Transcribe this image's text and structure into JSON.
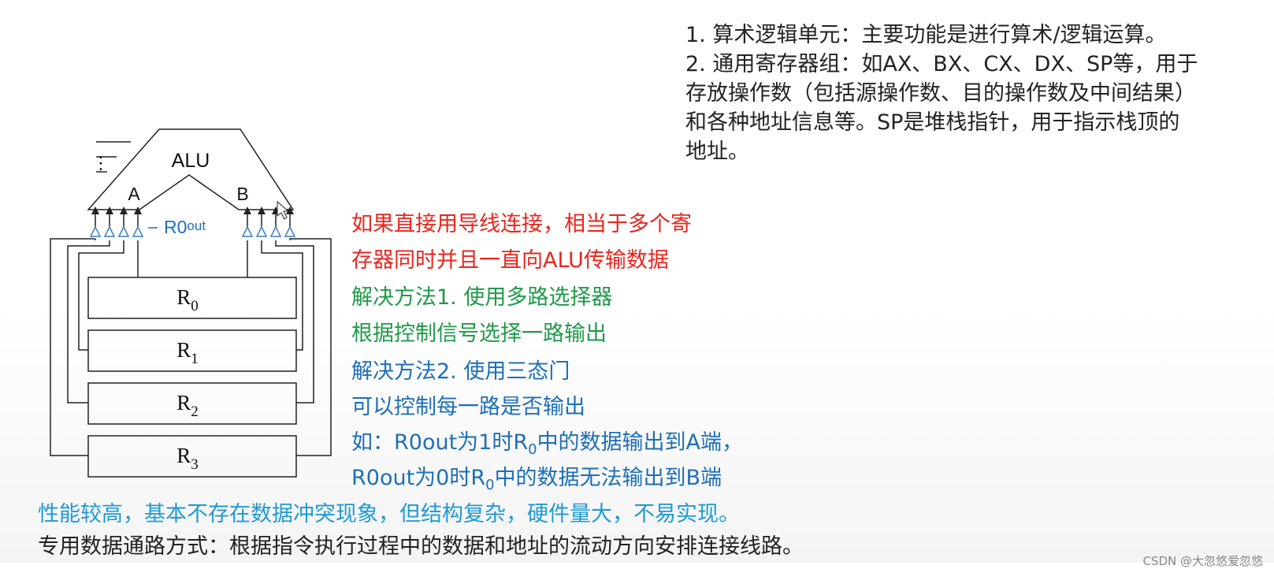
{
  "diagram": {
    "alu_label": "ALU",
    "port_a": "A",
    "port_b": "B",
    "dots": "⋮",
    "r0out_label": "R0",
    "r0out_sub": "out",
    "registers": [
      {
        "name": "R",
        "sub": "0"
      },
      {
        "name": "R",
        "sub": "1"
      },
      {
        "name": "R",
        "sub": "2"
      },
      {
        "name": "R",
        "sub": "3"
      }
    ]
  },
  "notes": {
    "item1": "1. 算术逻辑单元：主要功能是进行算术/逻辑运算。",
    "item2_line1": "2. 通用寄存器组：如AX、BX、CX、DX、SP等，用于",
    "item2_line2": "存放操作数（包括源操作数、目的操作数及中间结果）",
    "item2_line3": "和各种地址信息等。SP是堆栈指针，用于指示栈顶的",
    "item2_line4": "地址。"
  },
  "explain": {
    "problem_line1": "如果直接用导线连接，相当于多个寄",
    "problem_line2": "存器同时并且一直向ALU传输数据",
    "solution1_line1": "解决方法1. 使用多路选择器",
    "solution1_line2": "根据控制信号选择一路输出",
    "solution2_line1": "解决方法2. 使用三态门",
    "solution2_line2": "可以控制每一路是否输出",
    "example1_pre": "如：R0out为1时R",
    "example1_sub": "0",
    "example1_post": "中的数据输出到A端，",
    "example2_pre": "R0out为0时R",
    "example2_sub": "0",
    "example2_post": "中的数据无法输出到B端"
  },
  "summary": {
    "line1": "性能较高，基本不存在数据冲突现象，但结构复杂，硬件量大，不易实现。",
    "line2": "专用数据通路方式：根据指令执行过程中的数据和地址的流动方向安排连接线路。"
  },
  "watermark": "CSDN @大忽悠爱忽悠",
  "colors": {
    "red": "#e8261e",
    "green": "#1f9a49",
    "blue": "#1d6fb8",
    "cyan": "#1e9ad6",
    "gate": "#3a7dc0"
  }
}
